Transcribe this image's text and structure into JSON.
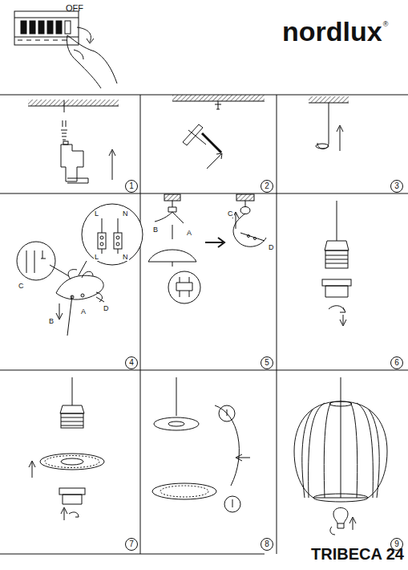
{
  "diagram": {
    "title": "TRIBECA 24",
    "labels": [
      "OFF",
      "nordlux",
      "®",
      "1",
      "2",
      "3",
      "4",
      "5",
      "6",
      "7",
      "8",
      "9",
      "L",
      "N",
      "L",
      "N",
      "C",
      "D",
      "B",
      "A",
      "B",
      "A",
      "C",
      "D"
    ]
  }
}
